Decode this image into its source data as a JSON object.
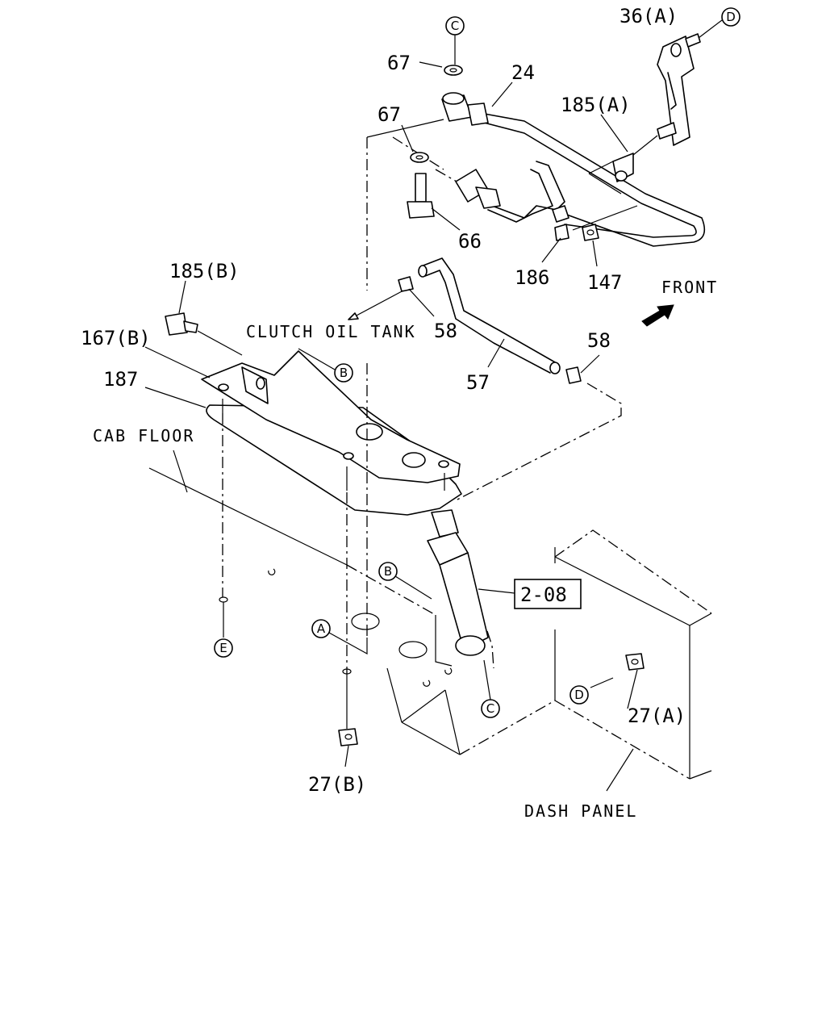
{
  "labels": {
    "p36a": "36(A)",
    "p67_top": "67",
    "p24": "24",
    "p185a": "185(A)",
    "p67_mid": "67",
    "p66": "66",
    "p186": "186",
    "p147": "147",
    "front": "FRONT",
    "p185b": "185(B)",
    "p167b": "167(B)",
    "clutch_oil_tank": "CLUTCH OIL TANK",
    "p58_left": "58",
    "p58_right": "58",
    "p57": "57",
    "p187": "187",
    "cab_floor": "CAB FLOOR",
    "ref_2_08": "2-08",
    "p27a": "27(A)",
    "p27b": "27(B)",
    "dash_panel": "DASH PANEL"
  },
  "markers": {
    "c_top": "C",
    "d_top": "D",
    "b_plate": "B",
    "b_lower": "B",
    "a_lower": "A",
    "e_lower": "E",
    "d_lower": "D",
    "c_lower": "C"
  }
}
